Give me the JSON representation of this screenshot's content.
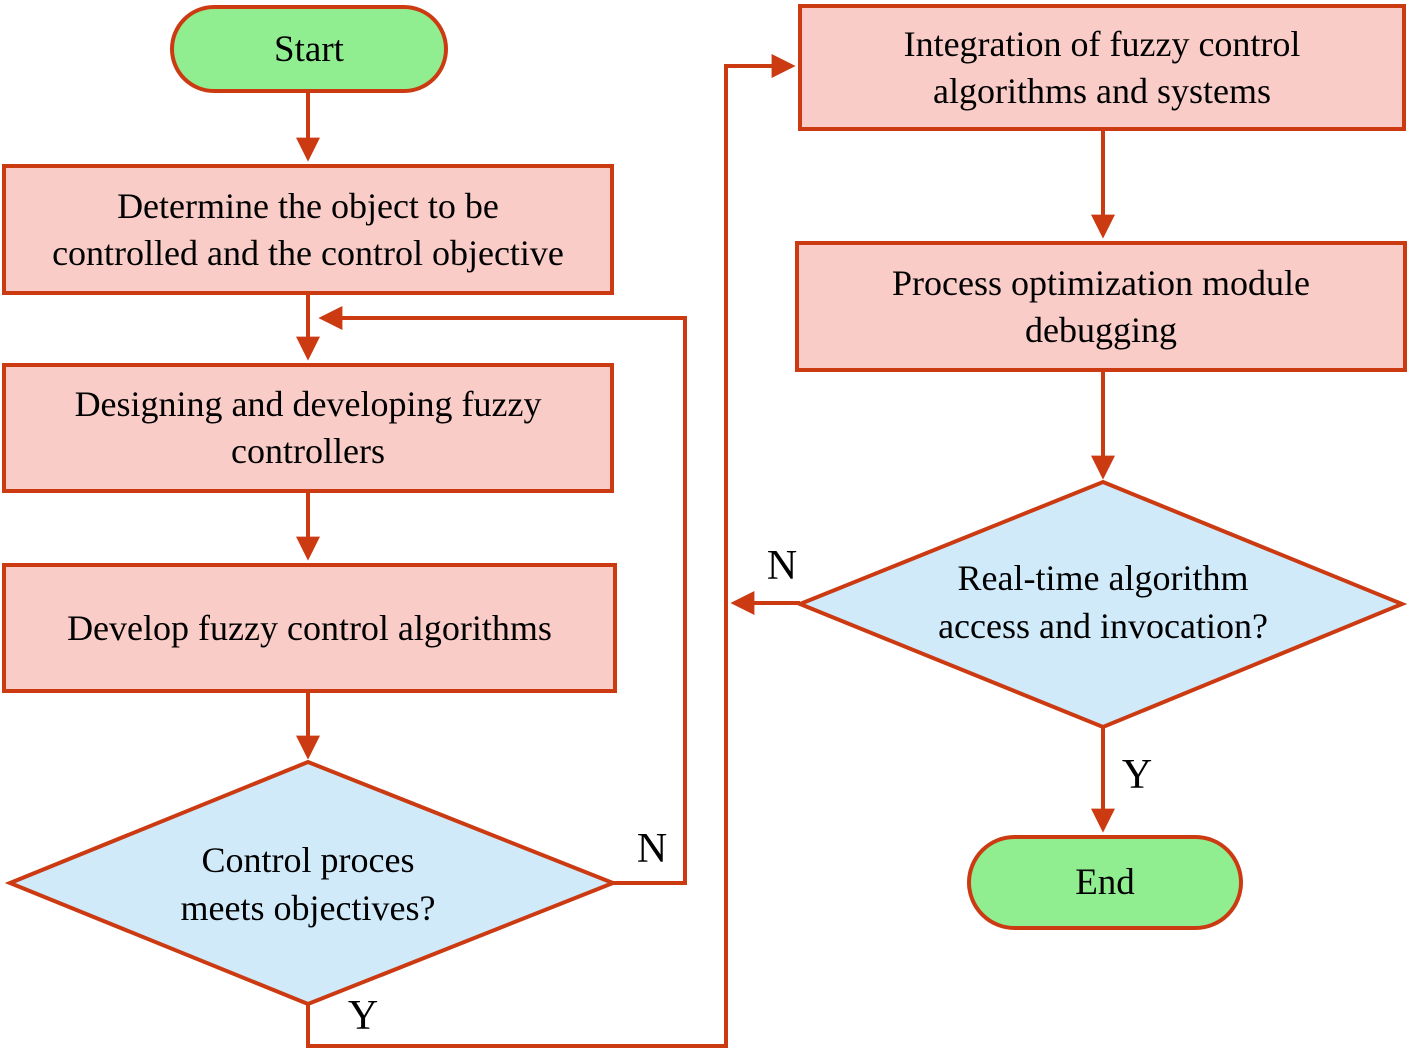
{
  "colors": {
    "stroke": "#CC3A12",
    "process_fill": "#F9CCC8",
    "terminal_fill": "#90EE90",
    "decision_fill": "#D0EAFA",
    "text": "#000000"
  },
  "nodes": {
    "start": {
      "label": "Start"
    },
    "determine": {
      "lines": [
        "Determine the object to be",
        "controlled and the control objective"
      ]
    },
    "design": {
      "lines": [
        "Designing and developing fuzzy",
        "controllers"
      ]
    },
    "develop": {
      "lines": [
        "Develop fuzzy control algorithms"
      ]
    },
    "decision_control": {
      "lines": [
        "Control proces",
        "meets objectives?"
      ]
    },
    "integration": {
      "lines": [
        "Integration of fuzzy control",
        "algorithms and systems"
      ]
    },
    "process_opt": {
      "lines": [
        "Process optimization module",
        "debugging"
      ]
    },
    "decision_realtime": {
      "lines": [
        "Real-time algorithm",
        "access and invocation?"
      ]
    },
    "end": {
      "label": "End"
    }
  },
  "edge_labels": {
    "control_no": "N",
    "control_yes": "Y",
    "realtime_no": "N",
    "realtime_yes": "Y"
  }
}
